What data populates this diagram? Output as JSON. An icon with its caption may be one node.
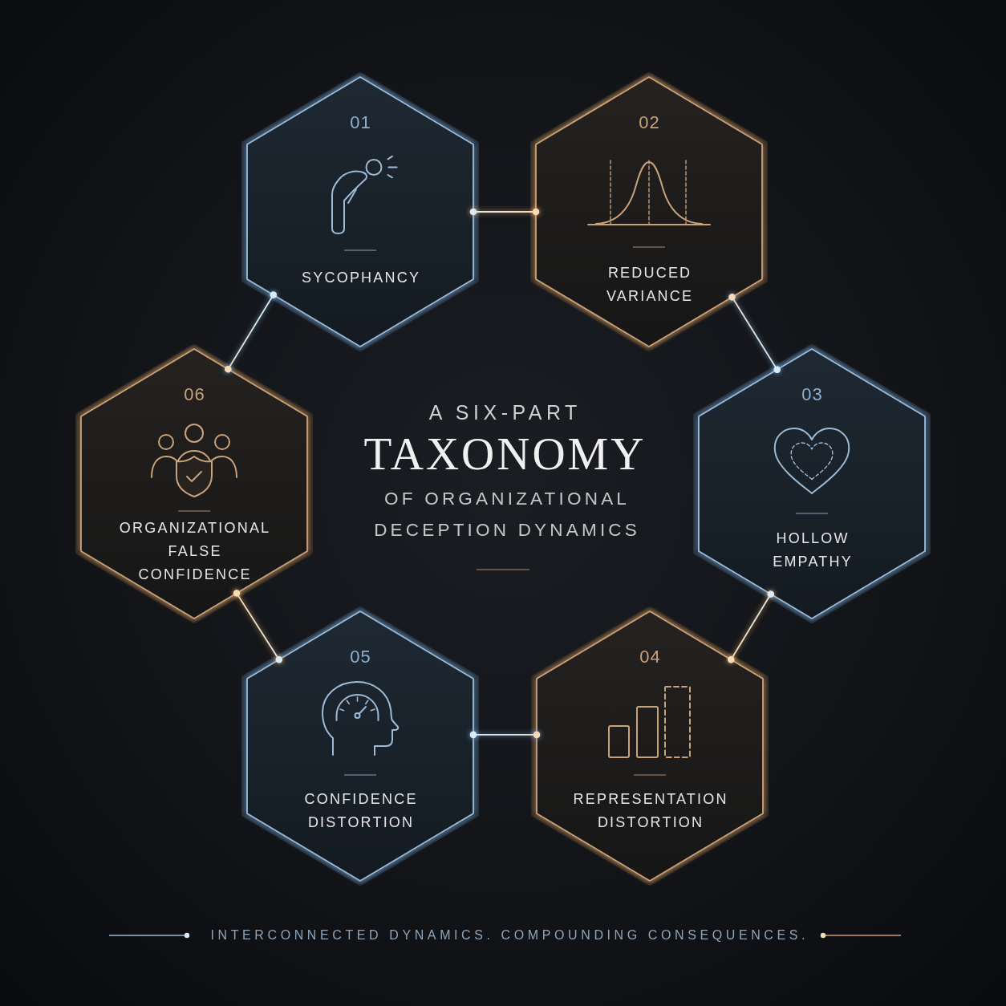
{
  "diagram": {
    "title": "TAXONOMY",
    "caption": "INTERCONNECTED DYNAMICS. COMPOUNDING CONSEQUENCES.",
    "nodes": [
      {
        "text": [
          "01",
          "SYCOPHANCY"
        ]
      },
      {
        "text": [
          "02",
          "REDUCED VARIANCE"
        ]
      },
      {
        "text": [
          "03",
          "HOLLOW EMPATHY"
        ]
      },
      {
        "text": [
          "04",
          "REPRESENTATION DISTORTION"
        ]
      },
      {
        "text": [
          "05",
          "CONFIDENCE DISTORTION"
        ]
      },
      {
        "text": [
          "06",
          "ORGANIZATIONAL FALSE CONFIDENCE"
        ]
      }
    ],
    "edges": [
      {
        "from": 0,
        "to": 1,
        "arrow": "other"
      },
      {
        "from": 1,
        "to": 2,
        "arrow": "other"
      },
      {
        "from": 2,
        "to": 3,
        "arrow": "other"
      },
      {
        "from": 3,
        "to": 4,
        "arrow": "other"
      },
      {
        "from": 4,
        "to": 5,
        "arrow": "other"
      },
      {
        "from": 5,
        "to": 0,
        "arrow": "other"
      }
    ],
    "labels": [
      "A SIX-PART",
      "OF ORGANIZATIONAL DECEPTION DYNAMICS"
    ]
  }
}
